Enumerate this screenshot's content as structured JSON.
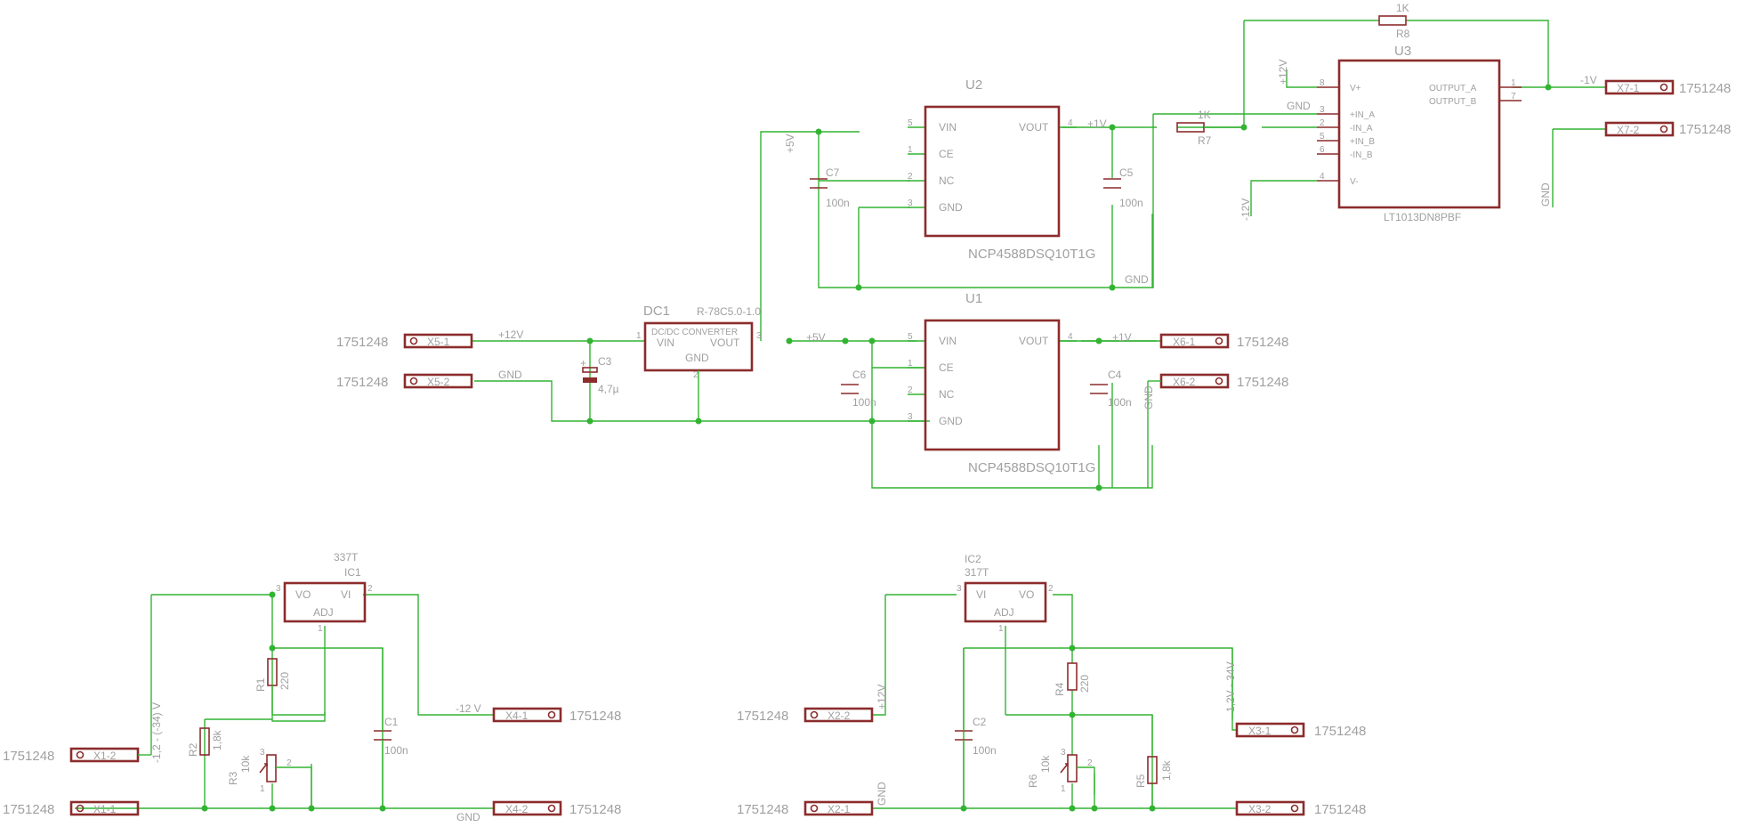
{
  "labels": {
    "top_r8_name": "R8",
    "top_r8_val": "1K",
    "top_r7_name": "R7",
    "top_r7_val": "1K",
    "u3_name": "U3",
    "u3_part": "LT1013DN8PBF",
    "u3_pins": [
      "V+",
      "+IN_A",
      "-IN_A",
      "+IN_B",
      "-IN_B",
      "V-",
      "OUTPUT_A",
      "OUTPUT_B"
    ],
    "u3_pinnums": [
      "8",
      "3",
      "2",
      "5",
      "6",
      "4",
      "1",
      "7"
    ],
    "u3_vplus": "+12V",
    "u3_vminus": "-12V",
    "u3_gnd": "GND",
    "u2_name": "U2",
    "u2_part": "NCP4588DSQ10T1G",
    "u1_name": "U1",
    "u1_part": "NCP4588DSQ10T1G",
    "ldo_pins": [
      "VIN",
      "CE",
      "NC",
      "GND",
      "VOUT"
    ],
    "ldo_pinnums": [
      "5",
      "1",
      "2",
      "3",
      "4"
    ],
    "net_5v": "+5V",
    "net_1v": "+1V",
    "net_gnd": "GND",
    "net_12v": "+12V",
    "net_m1v": "-1V",
    "c7_name": "C7",
    "c7_val": "100n",
    "c5_name": "C5",
    "c5_val": "100n",
    "c6_name": "C6",
    "c6_val": "100n",
    "c4_name": "C4",
    "c4_val": "100n",
    "c3_name": "C3",
    "c3_val": "4,7µ",
    "dc1_name": "DC1",
    "dc1_part": "R-78C5.0-1.0",
    "dc1_title": "DC/DC CONVERTER",
    "dc1_vin": "VIN",
    "dc1_vout": "VOUT",
    "dc1_gnd": "GND",
    "dc1_p1": "1",
    "dc1_p2": "2",
    "dc1_p3": "3",
    "conn_part": "1751248",
    "x5_1": "X5-1",
    "x5_2": "X5-2",
    "x6_1": "X6-1",
    "x6_2": "X6-2",
    "x7_1": "X7-1",
    "x7_2": "X7-2",
    "x1_1": "X1-1",
    "x1_2": "X1-2",
    "x2_1": "X2-1",
    "x2_2": "X2-2",
    "x3_1": "X3-1",
    "x3_2": "X3-2",
    "x4_1": "X4-1",
    "x4_2": "X4-2",
    "ic1_name": "IC1",
    "ic1_part": "337T",
    "ic2_name": "IC2",
    "ic2_part": "317T",
    "reg_vo": "VO",
    "reg_vi": "VI",
    "reg_adj": "ADJ",
    "r1_name": "R1",
    "r1_val": "220",
    "r2_name": "R2",
    "r2_val": "1,8k",
    "r3_name": "R3",
    "r3_val": "10k",
    "r4_name": "R4",
    "r4_val": "220",
    "r5_name": "R5",
    "r5_val": "1,8k",
    "r6_name": "R6",
    "r6_val": "10k",
    "c1_name": "C1",
    "c1_val": "100n",
    "c2_name": "C2",
    "c2_val": "100n",
    "net_m12v": "-12 V",
    "net_neg_range": "-1,2 - (-34) V",
    "net_pos_range": "1,2V - 34V",
    "pot_p1": "1",
    "pot_p2": "2",
    "pot_p3": "3"
  }
}
